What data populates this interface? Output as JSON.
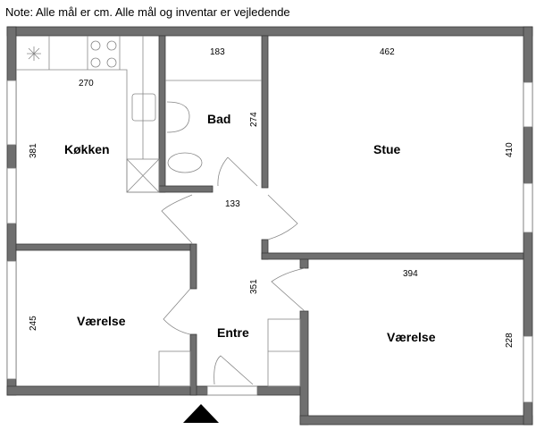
{
  "note": "Note: Alle mål er cm. Alle mål og inventar er vejledende",
  "rooms": {
    "kitchen": {
      "label": "Køkken",
      "width": "270",
      "height": "381"
    },
    "bath": {
      "label": "Bad",
      "width": "183",
      "height": "274"
    },
    "living": {
      "label": "Stue",
      "width": "462",
      "height": "410"
    },
    "bedroom_left": {
      "label": "Værelse",
      "height": "245"
    },
    "entrance": {
      "label": "Entre",
      "width": "133",
      "height": "351"
    },
    "bedroom_right": {
      "label": "Værelse",
      "width": "394",
      "height": "228"
    }
  }
}
